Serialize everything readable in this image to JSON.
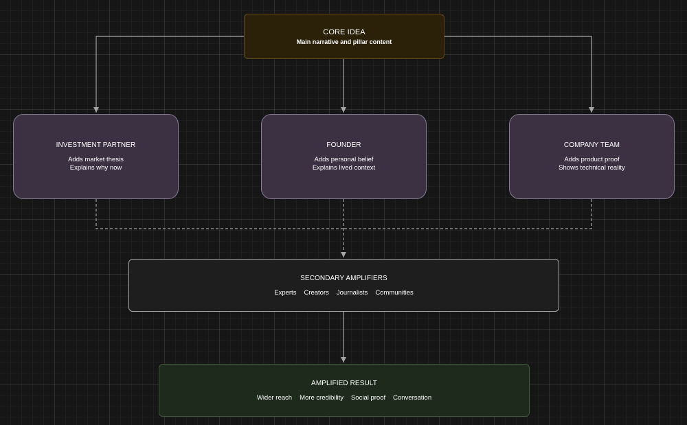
{
  "core": {
    "title": "CORE IDEA",
    "subtitle": "Main narrative and pillar content"
  },
  "stakeholders": [
    {
      "title": "INVESTMENT PARTNER",
      "line1": "Adds market thesis",
      "line2": "Explains why now"
    },
    {
      "title": "FOUNDER",
      "line1": "Adds personal belief",
      "line2": "Explains lived context"
    },
    {
      "title": "COMPANY TEAM",
      "line1": "Adds product proof",
      "line2": "Shows technical reality"
    }
  ],
  "amplifiers": {
    "title": "SECONDARY AMPLIFIERS",
    "items": [
      "Experts",
      "Creators",
      "Journalists",
      "Communities"
    ]
  },
  "result": {
    "title": "AMPLIFIED RESULT",
    "items": [
      "Wider reach",
      "More credibility",
      "Social proof",
      "Conversation"
    ]
  },
  "colors": {
    "background": "#161616",
    "core_fill": "#2b2108",
    "stakeholder_fill": "#3c3142",
    "amplifier_fill": "#1e1e1e",
    "result_fill": "#1e2b1c",
    "connector": "#a6a6a6"
  }
}
